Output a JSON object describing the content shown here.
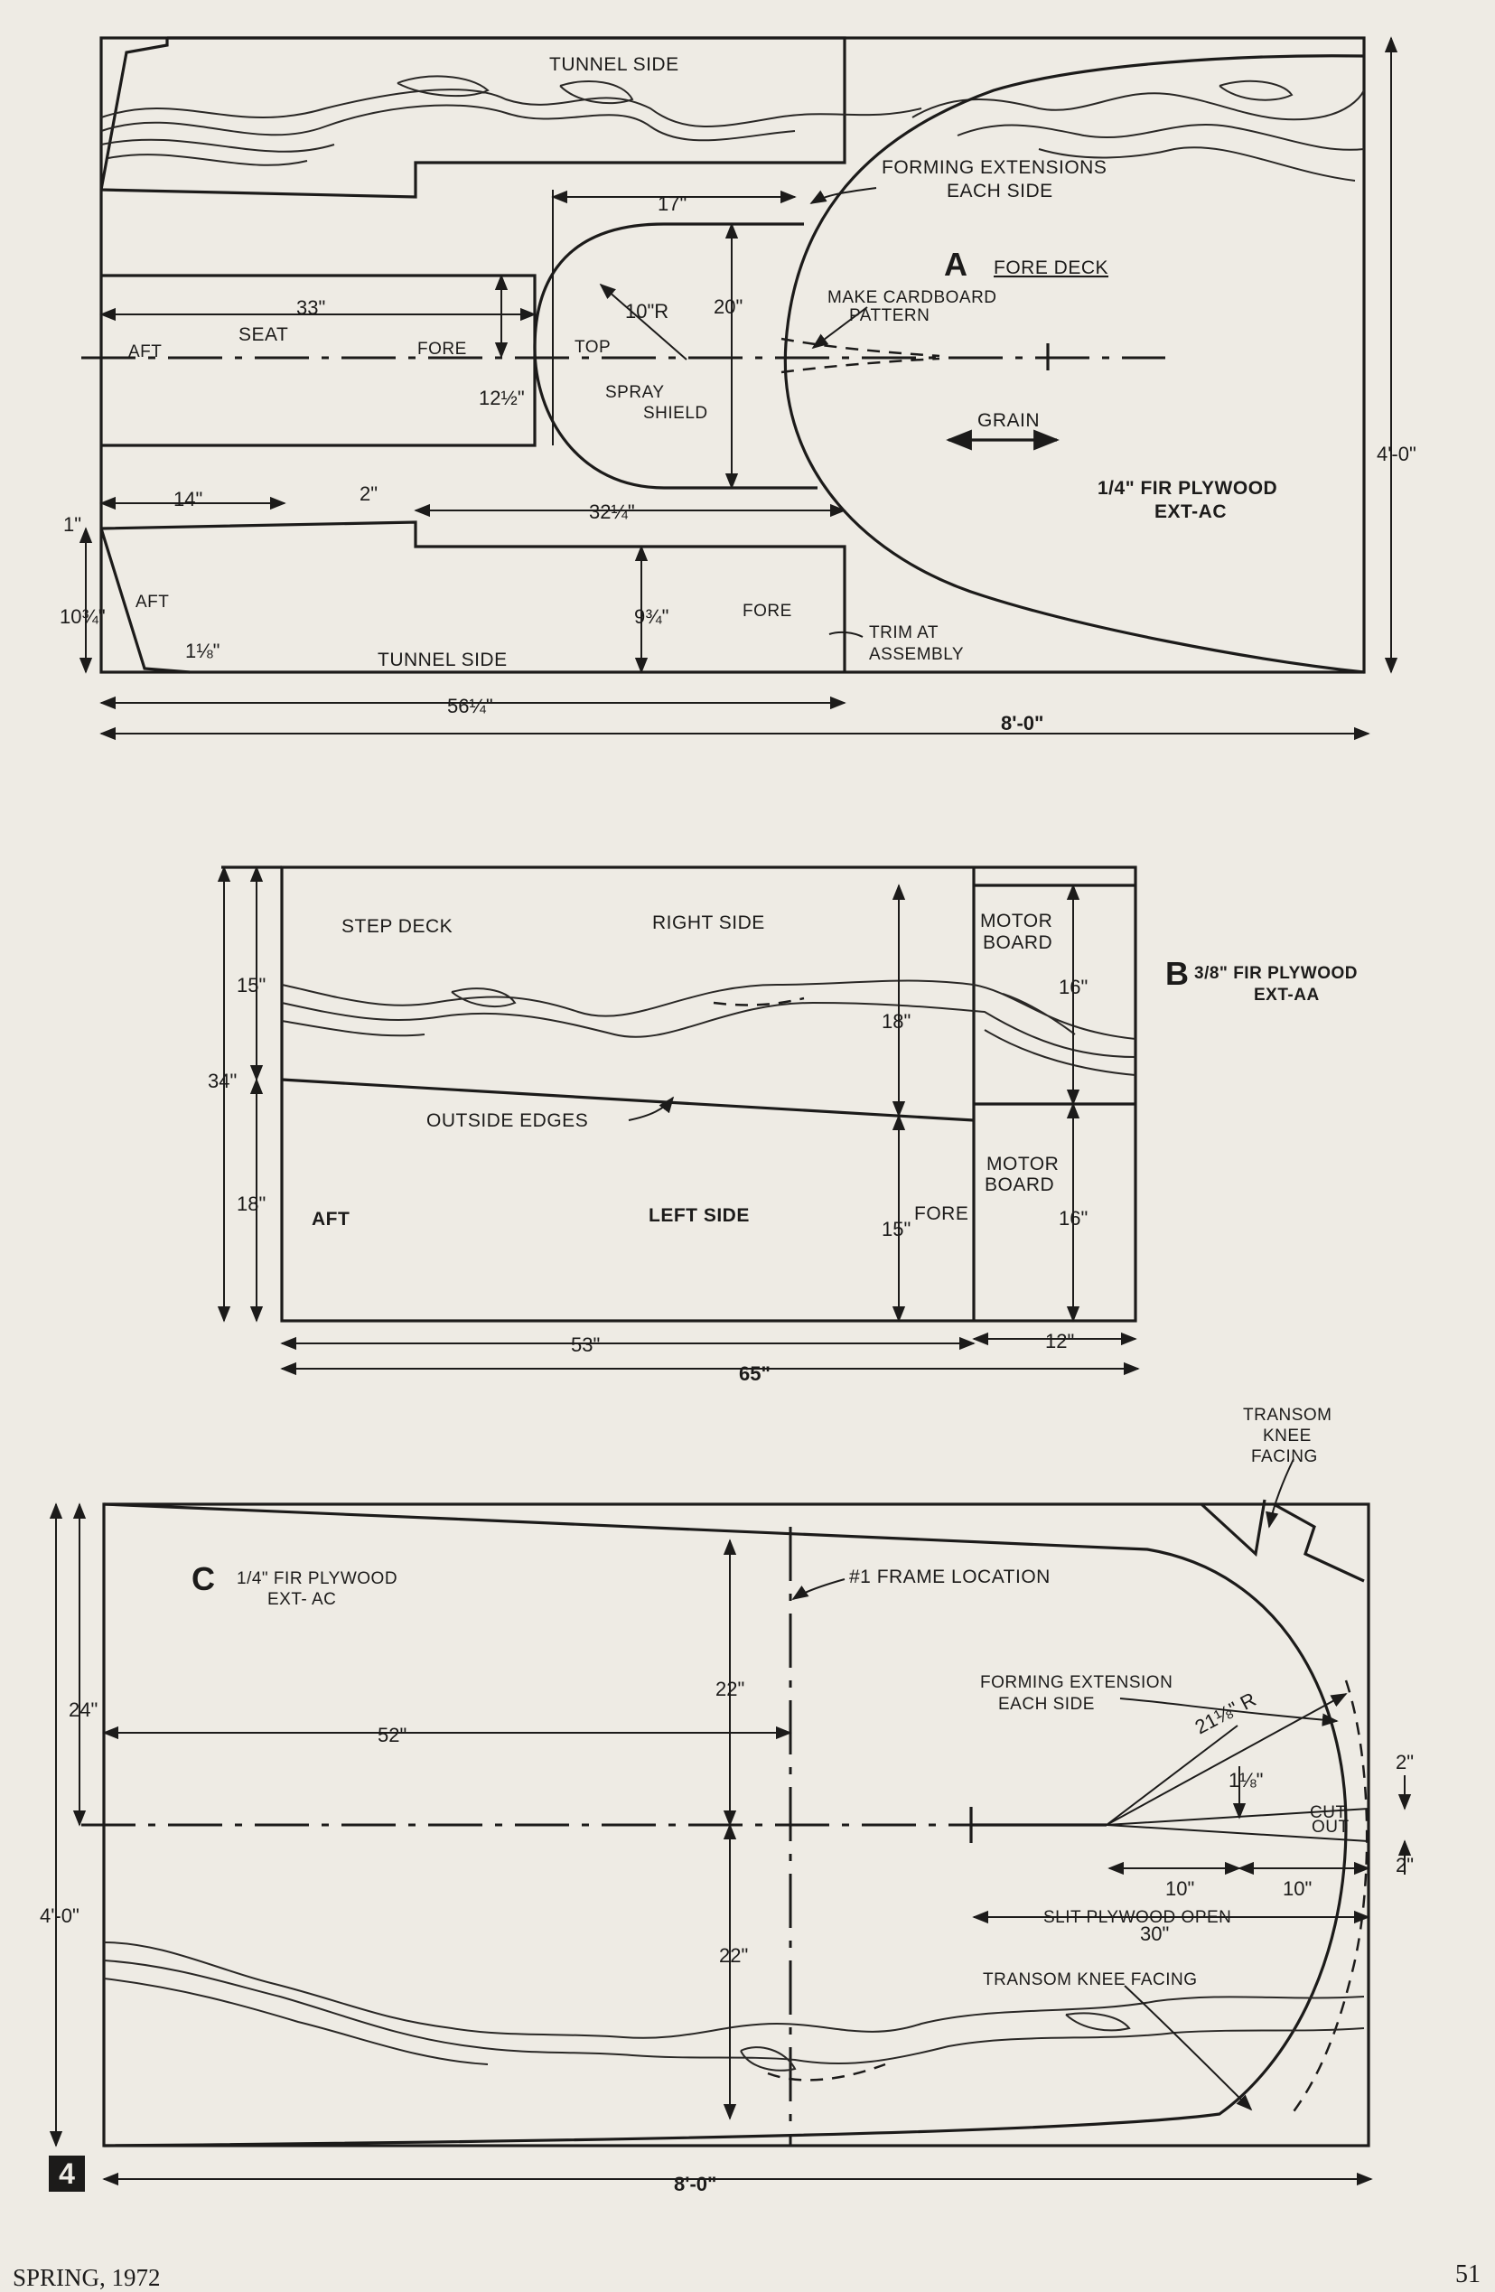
{
  "panel_a": {
    "id": "A",
    "title": "FORE DECK",
    "material": "1/4\" FIR PLYWOOD",
    "grade": "EXT-AC",
    "labels": {
      "tunnel_side_top": "TUNNEL SIDE",
      "forming_extensions": "FORMING EXTENSIONS",
      "each_side": "EACH SIDE",
      "make_cardboard": "MAKE CARDBOARD",
      "pattern": "PATTERN",
      "seat": "SEAT",
      "aft_seat": "AFT",
      "fore_seat": "FORE",
      "top": "TOP",
      "spray": "SPRAY",
      "shield": "SHIELD",
      "grain": "GRAIN",
      "aft_lower": "AFT",
      "fore_lower": "FORE",
      "tunnel_side_bottom": "TUNNEL SIDE",
      "trim_at": "TRIM AT",
      "assembly": "ASSEMBLY"
    },
    "dims": {
      "d17": "17\"",
      "d33": "33\"",
      "d10r": "10\"R",
      "d20": "20\"",
      "d12_5": "12½\"",
      "d14": "14\"",
      "d2": "2\"",
      "d32_25": "32¼\"",
      "d1": "1\"",
      "d10_75": "10¾\"",
      "d9_75": "9¾\"",
      "d1_125": "1⅛\"",
      "d56_25": "56¼\"",
      "d8ft": "8'-0\"",
      "d4ft": "4'-0\""
    }
  },
  "panel_b": {
    "id": "B",
    "material": "3/8\" FIR PLYWOOD",
    "grade": "EXT-AA",
    "labels": {
      "step_deck": "STEP DECK",
      "right_side": "RIGHT SIDE",
      "motor_board_top_1": "MOTOR",
      "motor_board_top_2": "BOARD",
      "outside_edges": "OUTSIDE EDGES",
      "motor_board_bottom_1": "MOTOR",
      "motor_board_bottom_2": "BOARD",
      "aft": "AFT",
      "left_side": "LEFT SIDE",
      "fore": "FORE"
    },
    "dims": {
      "d15_top": "15\"",
      "d34": "34\"",
      "d18_left": "18\"",
      "d18_mid": "18\"",
      "d15_mid": "15\"",
      "d16_top": "16\"",
      "d16_bottom": "16\"",
      "d53": "53\"",
      "d12": "12\"",
      "d65": "65\""
    }
  },
  "panel_c": {
    "id": "C",
    "material": "1/4\" FIR PLYWOOD",
    "grade": "EXT- AC",
    "labels": {
      "transom_1": "TRANSOM",
      "transom_2": "KNEE",
      "transom_3": "FACING",
      "frame_location": "#1 FRAME LOCATION",
      "forming_extension": "FORMING EXTENSION",
      "each_side": "EACH SIDE",
      "cut_out_1": "CUT",
      "cut_out_2": "OUT",
      "slit_plywood": "SLIT PLYWOOD OPEN",
      "transom_knee_facing": "TRANSOM KNEE FACING"
    },
    "dims": {
      "d24": "24\"",
      "d52": "52\"",
      "d22_top": "22\"",
      "d22_bottom": "22\"",
      "d21_5r": "21⅛\" R",
      "d1_125": "1⅛\"",
      "d2_top": "2\"",
      "d2_bottom": "2\"",
      "d10_a": "10\"",
      "d10_b": "10\"",
      "d30": "30\"",
      "d4ft": "4'-0\"",
      "d8ft": "8'-0\""
    }
  },
  "figure_number": "4",
  "footer": {
    "issue": "SPRING, 1972",
    "page": "51"
  }
}
